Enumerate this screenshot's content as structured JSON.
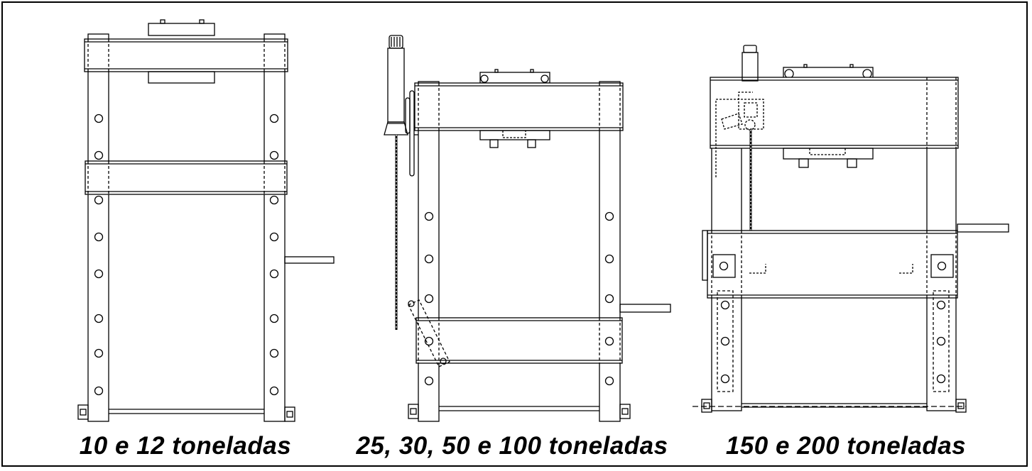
{
  "captions": {
    "press_small": "10 e 12 toneladas",
    "press_medium": "25, 30, 50 e 100 toneladas",
    "press_large": "150 e 200 toneladas"
  },
  "colors": {
    "line": "#000000",
    "background": "#ffffff"
  }
}
